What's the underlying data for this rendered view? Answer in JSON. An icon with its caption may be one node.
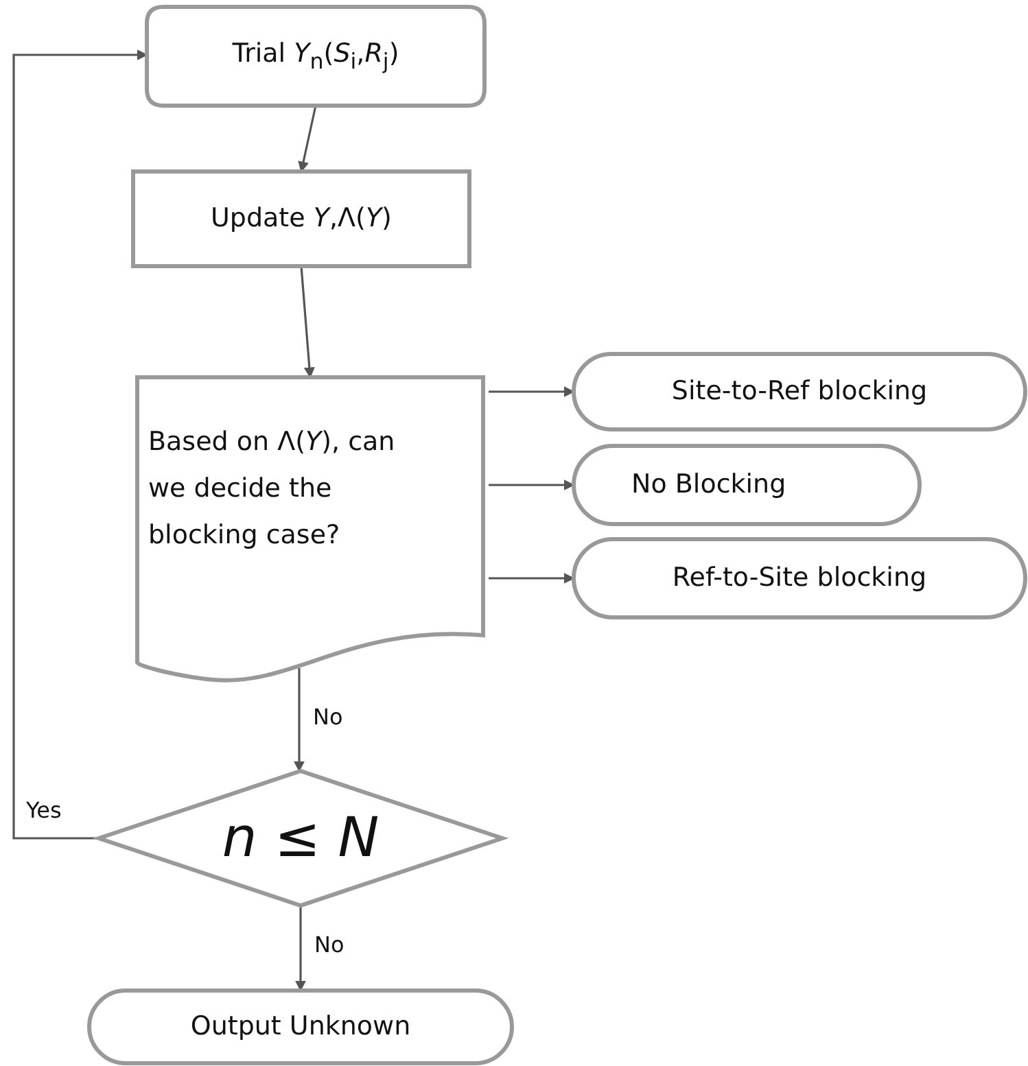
{
  "diagram": {
    "nodes": [
      {
        "text": [
          "Trial *Y*$_{n}$(*S*$_{i}$,*R*$_{j}$)"
        ]
      },
      {
        "text": [
          "Update  *Y*,Λ(*Y*)"
        ]
      },
      {
        "text": [
          "Based on  Λ(*Y*), can we decide the blocking case?"
        ]
      },
      {
        "text": [
          "Site-to-Ref blocking"
        ]
      },
      {
        "text": [
          "No Blocking"
        ]
      },
      {
        "text": [
          "Ref-to-Site blocking"
        ]
      },
      {
        "text": [
          "*n* ≤ *N*"
        ]
      },
      {
        "text": [
          "Output Unknown"
        ]
      }
    ],
    "edges": [
      {
        "from": 0,
        "to": 1,
        "arrow": "to"
      },
      {
        "from": 1,
        "to": 2,
        "arrow": "to"
      },
      {
        "from": 2,
        "to": 3,
        "arrow": "to"
      },
      {
        "from": 2,
        "to": 4,
        "arrow": "to"
      },
      {
        "from": 2,
        "to": 5,
        "arrow": "to"
      },
      {
        "from": 2,
        "to": 6,
        "label": "No",
        "arrow": "to"
      },
      {
        "from": 6,
        "to": 0,
        "label": "Yes",
        "arrow": "to"
      },
      {
        "from": 6,
        "to": 7,
        "label": "No",
        "arrow": "to"
      }
    ]
  }
}
